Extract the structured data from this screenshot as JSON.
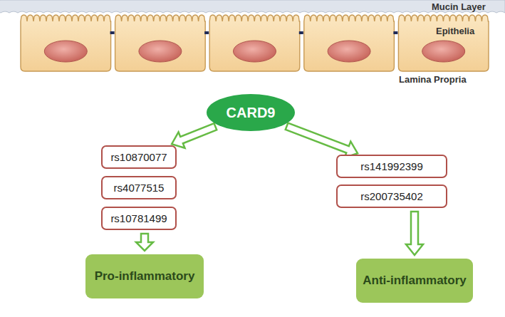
{
  "diagram": {
    "nodes": [
      {
        "text": [
          "CARD9"
        ]
      },
      {
        "text": [
          "rs10870077"
        ]
      },
      {
        "text": [
          "rs4077515"
        ]
      },
      {
        "text": [
          "rs10781499"
        ]
      },
      {
        "text": [
          "rs141992399"
        ]
      },
      {
        "text": [
          "rs200735402"
        ]
      },
      {
        "text": [
          "Pro-inflammatory"
        ]
      },
      {
        "text": [
          "Anti-inflammatory"
        ]
      }
    ],
    "edges": [
      {
        "from": 0,
        "to": 1,
        "arrow": "to"
      },
      {
        "from": 0,
        "to": 4,
        "arrow": "to"
      },
      {
        "from": 3,
        "to": 6,
        "arrow": "to"
      },
      {
        "from": 5,
        "to": 7,
        "arrow": "to"
      }
    ],
    "labels": [
      "Mucin Layer",
      "Epithelia",
      "Lamina Propria"
    ]
  }
}
